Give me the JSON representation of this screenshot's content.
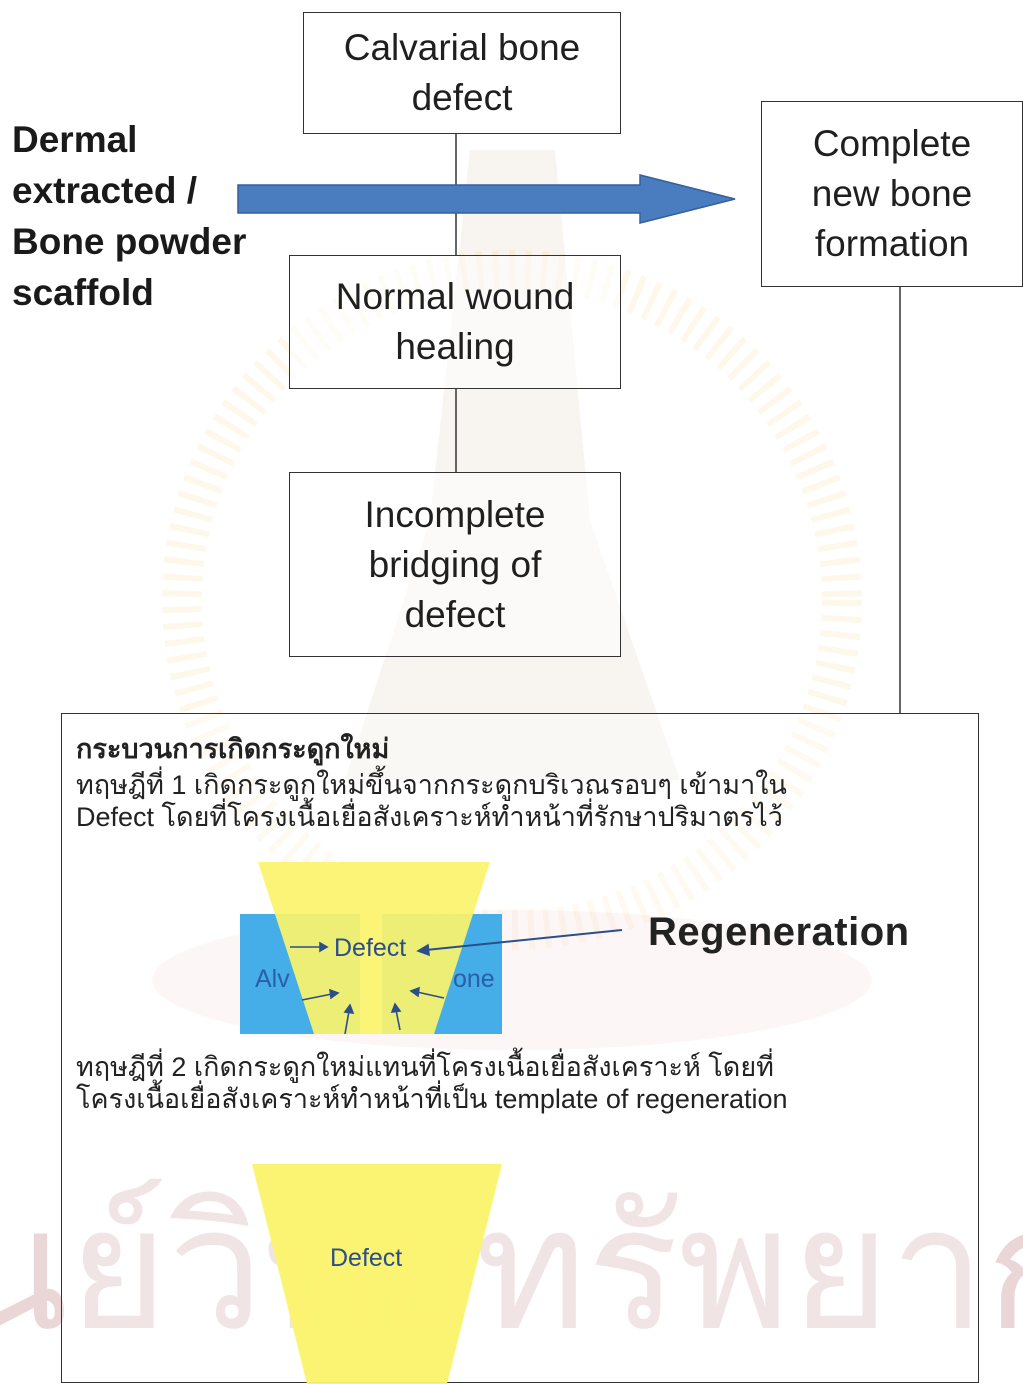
{
  "boxes": {
    "calvarial": [
      "Calvarial bone",
      "defect"
    ],
    "normal": [
      "Normal wound",
      "healing"
    ],
    "incomplete": [
      "Incomplete",
      "bridging of",
      "defect"
    ],
    "complete": [
      "Complete",
      "new bone",
      "formation"
    ]
  },
  "scaffold_label": [
    "Dermal",
    "extracted /",
    "Bone powder",
    "scaffold"
  ],
  "theory_panel": {
    "heading": "กระบวนการเกิดกระดูกใหม่",
    "theory1": [
      "ทฤษฎีที่ 1 เกิดกระดูกใหม่ขึ้นจากกระดูกบริเวณรอบๆ เข้ามาใน",
      "Defect โดยที่โครงเนื้อเยื่อสังเคราะห์ทำหน้าที่รักษาปริมาตรไว้"
    ],
    "regeneration_label": "Regeneration",
    "defect_label_1": "Defect",
    "bone_fragment_left": "Alv",
    "bone_fragment_right": "one",
    "theory2": [
      "ทฤษฎีที่ 2 เกิดกระดูกใหม่แทนที่โครงเนื้อเยื่อสังเคราะห์ โดยที่",
      "โครงเนื้อเยื่อสังเคราะห์ทำหน้าที่เป็น template of regeneration"
    ],
    "defect_label_2": "Defect"
  },
  "watermark_text": "ศูนย์วิทยทรัพยากร",
  "colors": {
    "arrow": "#4a7dbf",
    "defect_fill": "#fbf36a",
    "bone_fill": "#45aee8",
    "watermark": "#e3c9c9"
  }
}
